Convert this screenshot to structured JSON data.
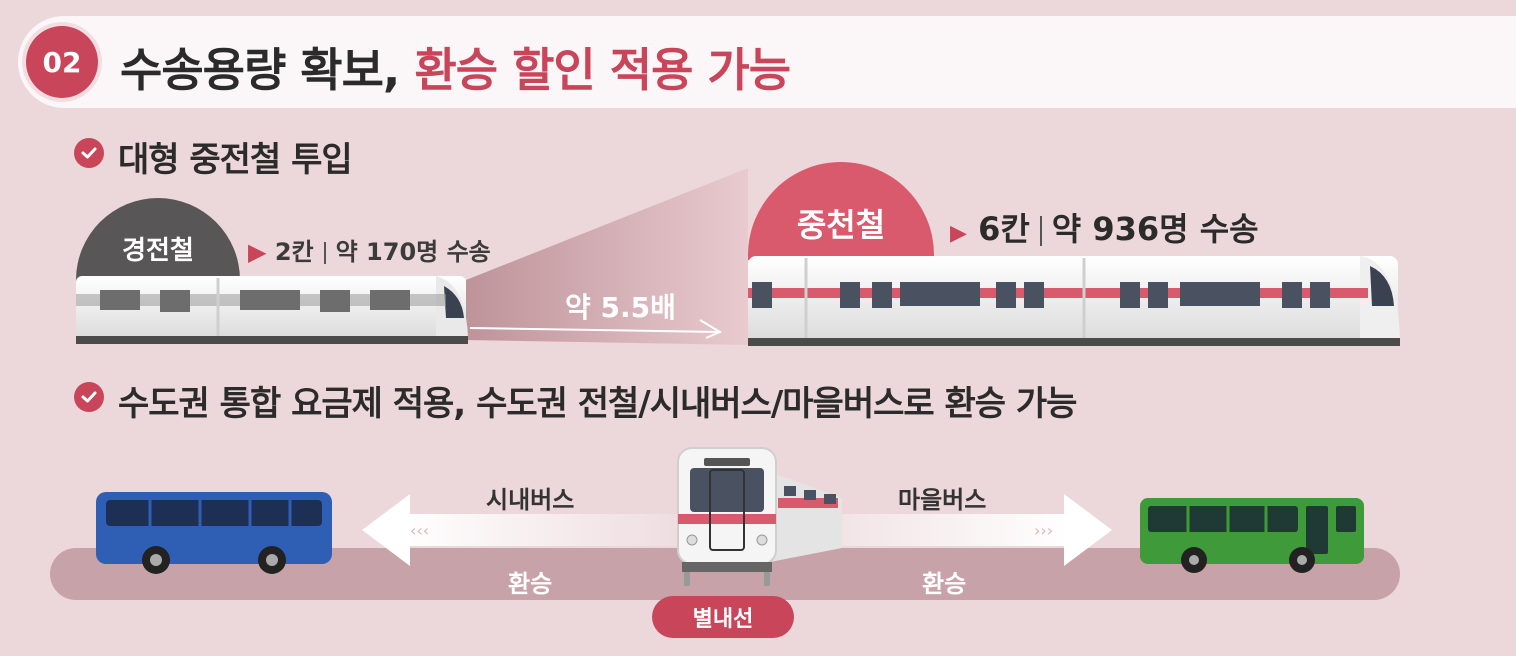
{
  "header": {
    "number": "02",
    "title_main": "수송용량 확보,",
    "title_accent": "환승 할인 적용 가능"
  },
  "section1": {
    "title": "대형 중전철 투입",
    "light_rail": {
      "label": "경전철",
      "cars": "2칸",
      "capacity": "약 170명 수송"
    },
    "heavy_rail": {
      "label": "중천철",
      "cars": "6칸",
      "capacity": "약 936명 수송"
    },
    "ratio": "약 5.5배"
  },
  "section2": {
    "title": "수도권 통합 요금제 적용, 수도권 전철/시내버스/마을버스로 환승 가능",
    "left_bus_label": "시내버스",
    "right_bus_label": "마을버스",
    "left_transfer": "환승",
    "right_transfer": "환승",
    "line_name": "별내선"
  },
  "colors": {
    "accent": "#c8455a",
    "background": "#ecd7da",
    "city_bus": "#2f5fb5",
    "village_bus": "#3f9a3a"
  }
}
